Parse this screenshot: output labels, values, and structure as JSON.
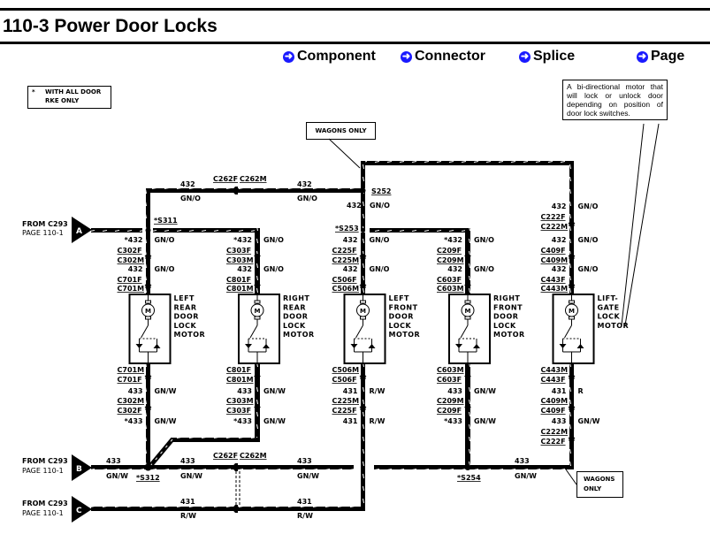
{
  "header": {
    "title": "110-3 Power Door Locks"
  },
  "nav": {
    "items": [
      {
        "label": "Component",
        "icon": "arrow-right-circle-icon"
      },
      {
        "label": "Connector",
        "icon": "arrow-right-circle-icon"
      },
      {
        "label": "Splice",
        "icon": "arrow-right-circle-icon"
      },
      {
        "label": "Page",
        "icon": "arrow-right-circle-icon"
      }
    ],
    "icon_color": "#1a1aff"
  },
  "notes": {
    "legend_star": "*",
    "legend_line1": "WITH ALL DOOR",
    "legend_line2": "RKE ONLY",
    "wagons_top": "WAGONS ONLY",
    "wagons_bottom_1": "WAGONS",
    "wagons_bottom_2": "ONLY",
    "motor_description": "A bi-directional motor that will lock or unlock door depending on position of door lock switches."
  },
  "sources": [
    {
      "letter": "A",
      "line1": "FROM C293",
      "line2": "PAGE 110-1"
    },
    {
      "letter": "B",
      "line1": "FROM C293",
      "line2": "PAGE 110-1"
    },
    {
      "letter": "C",
      "line1": "FROM C293",
      "line2": "PAGE 110-1"
    }
  ],
  "splices": {
    "s311": "*S311",
    "s252": "S252",
    "s253": "*S253",
    "s312": "*S312",
    "s254": "*S254"
  },
  "top_bus": {
    "circuit_left": "432",
    "color_left": "GN/O",
    "connector_f": "C262F",
    "connector_m": "C262M",
    "circuit_right": "432",
    "color_right": "GN/O",
    "s252_drop_circuit": "432",
    "s252_drop_color": "GN/O"
  },
  "bottom_bus": {
    "b_circuit_left": "433",
    "b_color_left": "GN/W",
    "b_circuit_mid": "433",
    "b_color_mid": "GN/W",
    "connector_f": "C262F",
    "connector_m": "C262M",
    "b_circuit_right": "433",
    "b_color_right": "GN/W",
    "b_circuit_far": "433",
    "b_color_far": "GN/W",
    "c_circuit_left": "431",
    "c_color_left": "R/W",
    "c_circuit_right": "431",
    "c_color_right": "R/W"
  },
  "motors": [
    {
      "name": [
        "LEFT",
        "REAR",
        "DOOR",
        "LOCK",
        "MOTOR"
      ],
      "top": [
        {
          "circuit": "*432",
          "color": "GN/O"
        },
        {
          "conn_a": "C302F",
          "conn_b": "C302M"
        },
        {
          "circuit": "432",
          "color": "GN/O"
        },
        {
          "conn_a": "C701F",
          "conn_b": "C701M"
        }
      ],
      "bottom": [
        {
          "conn_a": "C701M",
          "conn_b": "C701F"
        },
        {
          "circuit": "433",
          "color": "GN/W"
        },
        {
          "conn_a": "C302M",
          "conn_b": "C302F"
        },
        {
          "circuit": "*433",
          "color": "GN/W"
        }
      ]
    },
    {
      "name": [
        "RIGHT",
        "REAR",
        "DOOR",
        "LOCK",
        "MOTOR"
      ],
      "top": [
        {
          "circuit": "*432",
          "color": "GN/O"
        },
        {
          "conn_a": "C303F",
          "conn_b": "C303M"
        },
        {
          "circuit": "432",
          "color": "GN/O"
        },
        {
          "conn_a": "C801F",
          "conn_b": "C801M"
        }
      ],
      "bottom": [
        {
          "conn_a": "C801F",
          "conn_b": "C801M"
        },
        {
          "circuit": "433",
          "color": "GN/W"
        },
        {
          "conn_a": "C303M",
          "conn_b": "C303F"
        },
        {
          "circuit": "*433",
          "color": "GN/W"
        }
      ]
    },
    {
      "name": [
        "LEFT",
        "FRONT",
        "DOOR",
        "LOCK",
        "MOTOR"
      ],
      "top": [
        {
          "circuit": "432",
          "color": "GN/O"
        },
        {
          "conn_a": "C225F",
          "conn_b": "C225M"
        },
        {
          "circuit": "432",
          "color": "GN/O"
        },
        {
          "conn_a": "C506F",
          "conn_b": "C506M"
        }
      ],
      "bottom": [
        {
          "conn_a": "C506M",
          "conn_b": "C506F"
        },
        {
          "circuit": "431",
          "color": "R/W"
        },
        {
          "conn_a": "C225M",
          "conn_b": "C225F"
        },
        {
          "circuit": "431",
          "color": "R/W"
        }
      ]
    },
    {
      "name": [
        "RIGHT",
        "FRONT",
        "DOOR",
        "LOCK",
        "MOTOR"
      ],
      "top": [
        {
          "circuit": "*432",
          "color": "GN/O"
        },
        {
          "conn_a": "C209F",
          "conn_b": "C209M"
        },
        {
          "circuit": "432",
          "color": "GN/O"
        },
        {
          "conn_a": "C603F",
          "conn_b": "C603M"
        }
      ],
      "bottom": [
        {
          "conn_a": "C603M",
          "conn_b": "C603F"
        },
        {
          "circuit": "433",
          "color": "GN/W"
        },
        {
          "conn_a": "C209M",
          "conn_b": "C209F"
        },
        {
          "circuit": "*433",
          "color": "GN/W"
        }
      ]
    },
    {
      "name": [
        "LIFT-",
        "GATE",
        "LOCK",
        "MOTOR"
      ],
      "top_extra": {
        "circuit": "432",
        "color": "GN/O",
        "conn_a": "C222F",
        "conn_b": "C222M"
      },
      "top": [
        {
          "circuit": "432",
          "color": "GN/O"
        },
        {
          "conn_a": "C409F",
          "conn_b": "C409M"
        },
        {
          "circuit": "432",
          "color": "GN/O"
        },
        {
          "conn_a": "C443F",
          "conn_b": "C443M"
        }
      ],
      "bottom": [
        {
          "conn_a": "C443M",
          "conn_b": "C443F"
        },
        {
          "circuit": "431",
          "color": "R"
        },
        {
          "conn_a": "C409M",
          "conn_b": "C409F"
        },
        {
          "circuit": "433",
          "color": "GN/W"
        },
        {
          "conn_a": "C222M",
          "conn_b": "C222F"
        }
      ]
    }
  ],
  "motor_symbol": "M"
}
